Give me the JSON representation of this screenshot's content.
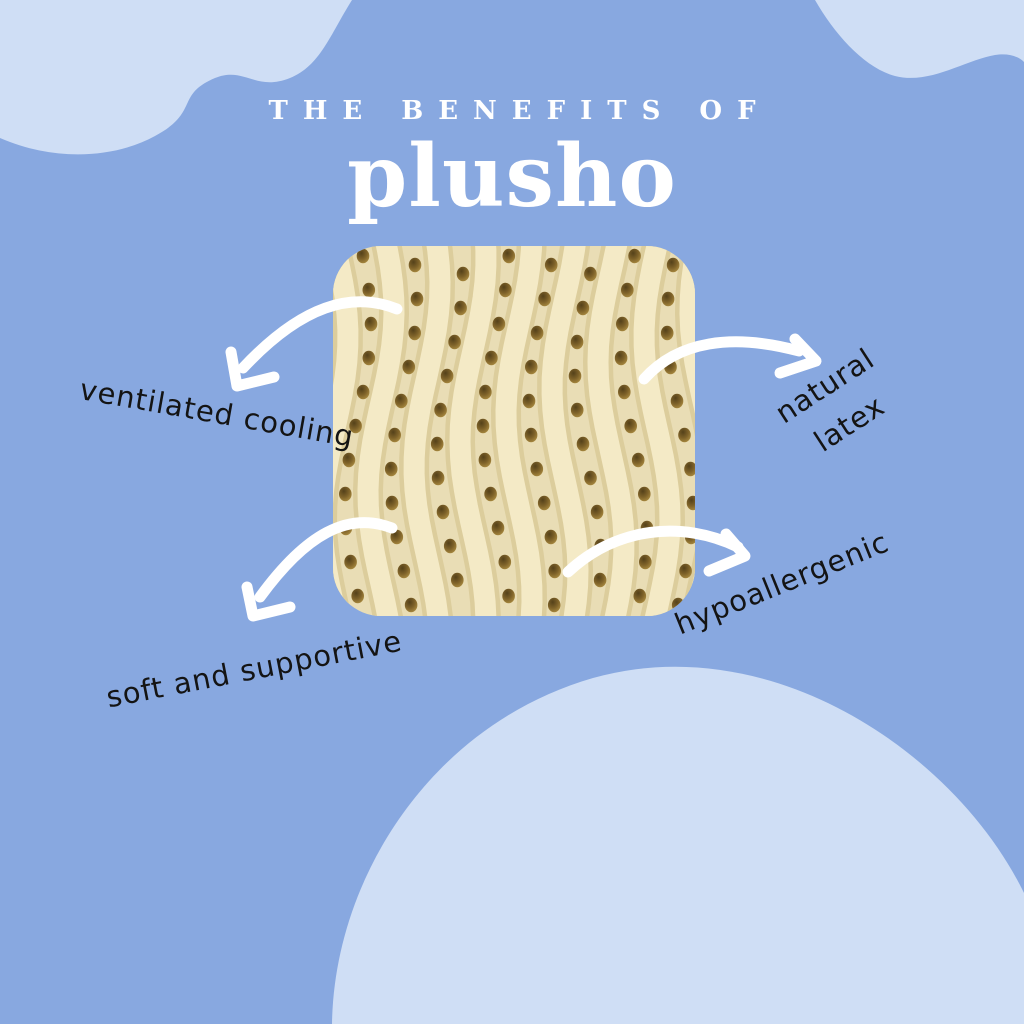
{
  "poster": {
    "title_eyebrow": "THE BENEFITS OF",
    "brand_name": "plusho",
    "benefits": [
      {
        "id": "ventilated-cooling",
        "label": "ventilated cooling"
      },
      {
        "id": "natural-latex",
        "label": "natural latex",
        "lines": [
          "natural",
          "latex"
        ]
      },
      {
        "id": "soft-and-supportive",
        "label": "soft and supportive"
      },
      {
        "id": "hypoallergenic",
        "label": "hypoallergenic"
      }
    ],
    "center_image": {
      "name": "latex-foam-texture"
    },
    "colors": {
      "background": "#88a8e0",
      "blob": "#cfdef5",
      "title_text": "#ffffff",
      "label_text": "#141414",
      "arrow": "#ffffff",
      "foam_base": "#e9ddb5",
      "foam_ridge_light": "#f4eac6",
      "foam_ridge_shadow": "#dccd9c",
      "foam_hole_dark": "#54411a"
    }
  }
}
